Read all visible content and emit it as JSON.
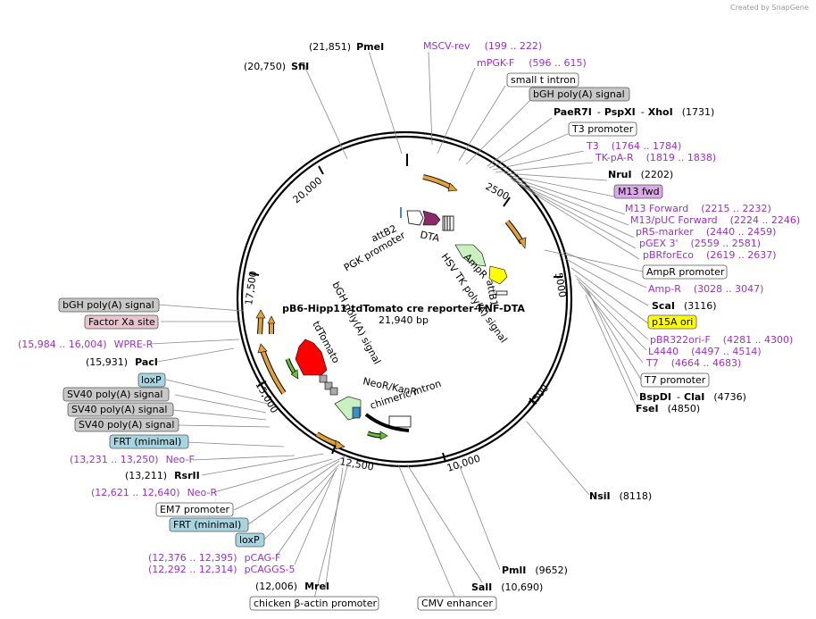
{
  "credit": "Created by SnapGene",
  "plasmid": {
    "name": "pB6-Hipp11-tdTomato cre reporter-FNF-DTA",
    "size": "21,940 bp"
  },
  "colors": {
    "enzyme": "#000000",
    "primer": "#9b30c8",
    "box_gray": "#c8c8c8",
    "box_white": "#ffffff",
    "box_pink": "#e8c4cc",
    "box_blue": "#a8d4e0",
    "box_violet": "#d9a9e8",
    "box_yellow": "#ffff00",
    "orange_arrow": "#e2a13a",
    "green_arrow": "#6dbf3a",
    "red_feature": "#ff0000",
    "purple_feature": "#8b2a6b",
    "lightgreen_feature": "#c8f0c0",
    "yellow_feature": "#ffff00"
  },
  "ticks": [
    {
      "label": "2500"
    },
    {
      "label": "5000"
    },
    {
      "label": "7500"
    },
    {
      "label": "10,000"
    },
    {
      "label": "12,500"
    },
    {
      "label": "15,000"
    },
    {
      "label": "17,500"
    },
    {
      "label": "20,000"
    }
  ],
  "inner_labels": [
    "DTA",
    "attB2",
    "PGK promoter",
    "AmpR",
    "HSV TK poly(A) signal",
    "attB1",
    "bGH poly(A) signal",
    "tdTomato",
    "NeoR/KanR",
    "chimeric intron"
  ],
  "labels": [
    {
      "pos": "(21,851)",
      "name": "PmeI",
      "kind": "enzyme"
    },
    {
      "pos": "(20,750)",
      "name": "SfiI",
      "kind": "enzyme"
    },
    {
      "name": "MSCV-rev",
      "range": "(199 .. 222)",
      "kind": "primer"
    },
    {
      "name": "mPGK-F",
      "range": "(596 .. 615)",
      "kind": "primer"
    },
    {
      "name": "small t intron",
      "kind": "box_white"
    },
    {
      "name": "bGH poly(A) signal",
      "kind": "box_gray"
    },
    {
      "name": "PaeR7I",
      "name2": "PspXI",
      "name3": "XhoI",
      "pos": "(1731)",
      "kind": "enzyme"
    },
    {
      "name": "T3 promoter",
      "kind": "box_white"
    },
    {
      "name": "T3",
      "range": "(1764 .. 1784)",
      "kind": "primer"
    },
    {
      "name": "TK-pA-R",
      "range": "(1819 .. 1838)",
      "kind": "primer"
    },
    {
      "name": "NruI",
      "pos": "(2202)",
      "kind": "enzyme"
    },
    {
      "name": "M13 fwd",
      "kind": "box_violet"
    },
    {
      "name": "M13 Forward",
      "range": "(2215 .. 2232)",
      "kind": "primer"
    },
    {
      "name": "M13/pUC Forward",
      "range": "(2224 .. 2246)",
      "kind": "primer"
    },
    {
      "name": "pRS-marker",
      "range": "(2440 .. 2459)",
      "kind": "primer"
    },
    {
      "name": "pGEX 3'",
      "range": "(2559 .. 2581)",
      "kind": "primer"
    },
    {
      "name": "pBRforEco",
      "range": "(2619 .. 2637)",
      "kind": "primer"
    },
    {
      "name": "AmpR promoter",
      "kind": "box_white"
    },
    {
      "name": "Amp-R",
      "range": "(3028 .. 3047)",
      "kind": "primer"
    },
    {
      "name": "ScaI",
      "pos": "(3116)",
      "kind": "enzyme"
    },
    {
      "name": "p15A ori",
      "kind": "box_yellow"
    },
    {
      "name": "pBR322ori-F",
      "range": "(4281 .. 4300)",
      "kind": "primer"
    },
    {
      "name": "L4440",
      "range": "(4497 .. 4514)",
      "kind": "primer"
    },
    {
      "name": "T7",
      "range": "(4664 .. 4683)",
      "kind": "primer"
    },
    {
      "name": "T7 promoter",
      "kind": "box_white"
    },
    {
      "name": "BspDI",
      "name2": "ClaI",
      "pos": "(4736)",
      "kind": "enzyme"
    },
    {
      "name": "FseI",
      "pos": "(4850)",
      "kind": "enzyme"
    },
    {
      "name": "NsiI",
      "pos": "(8118)",
      "kind": "enzyme"
    },
    {
      "name": "PmlI",
      "pos": "(9652)",
      "kind": "enzyme"
    },
    {
      "name": "SalI",
      "pos": "(10,690)",
      "kind": "enzyme"
    },
    {
      "name": "CMV enhancer",
      "kind": "box_white"
    },
    {
      "pos": "(12,006)",
      "name": "MreI",
      "kind": "enzyme"
    },
    {
      "name": "chicken β-actin promoter",
      "kind": "box_white"
    },
    {
      "range": "(12,292 .. 12,314)",
      "name": "pCAGGS-5",
      "kind": "primer"
    },
    {
      "range": "(12,376 .. 12,395)",
      "name": "pCAG-F",
      "kind": "primer"
    },
    {
      "name": "loxP",
      "kind": "box_blue"
    },
    {
      "name": "FRT (minimal)",
      "kind": "box_blue"
    },
    {
      "name": "EM7 promoter",
      "kind": "box_white"
    },
    {
      "range": "(12,621 .. 12,640)",
      "name": "Neo-R",
      "kind": "primer"
    },
    {
      "pos": "(13,211)",
      "name": "RsrII",
      "kind": "enzyme"
    },
    {
      "range": "(13,231 .. 13,250)",
      "name": "Neo-F",
      "kind": "primer"
    },
    {
      "name": "FRT (minimal)",
      "kind": "box_blue"
    },
    {
      "name": "SV40 poly(A) signal",
      "kind": "box_gray"
    },
    {
      "name": "SV40 poly(A) signal",
      "kind": "box_gray"
    },
    {
      "name": "SV40 poly(A) signal",
      "kind": "box_gray"
    },
    {
      "name": "loxP",
      "kind": "box_blue"
    },
    {
      "pos": "(15,931)",
      "name": "PacI",
      "kind": "enzyme"
    },
    {
      "range": "(15,984 .. 16,004)",
      "name": "WPRE-R",
      "kind": "primer"
    },
    {
      "name": "Factor Xa site",
      "kind": "box_pink"
    },
    {
      "name": "bGH poly(A) signal",
      "kind": "box_gray"
    }
  ]
}
